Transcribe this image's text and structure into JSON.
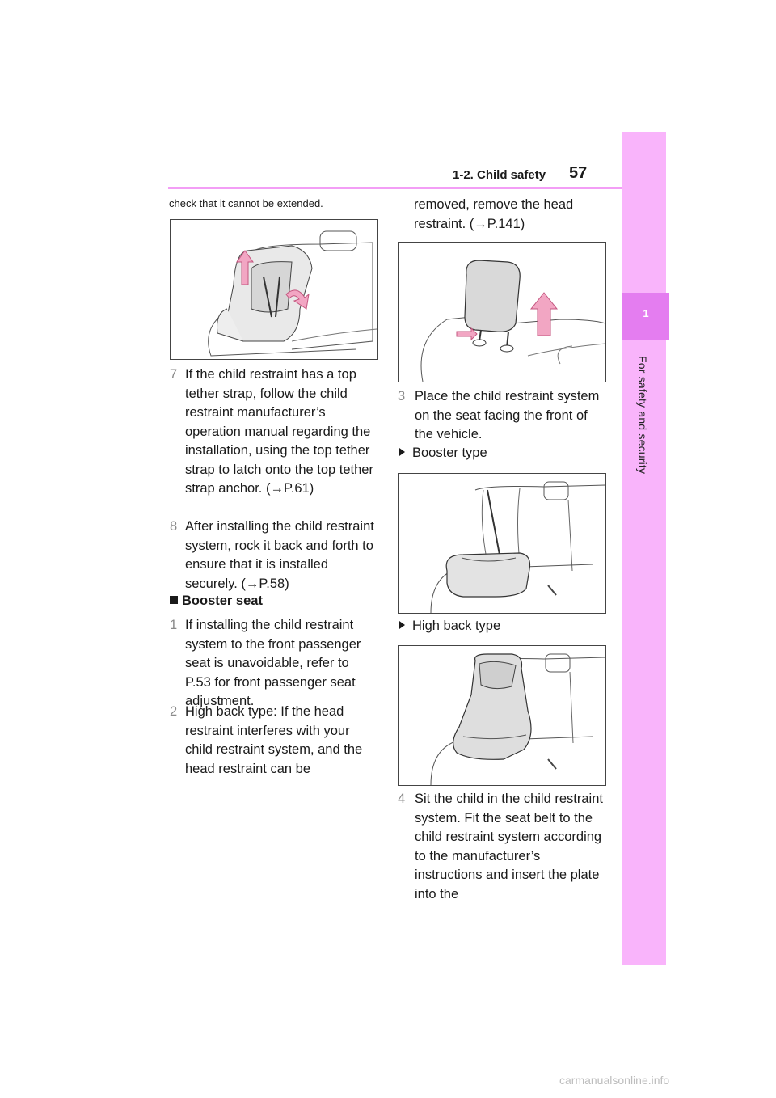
{
  "header": {
    "section": "1-2. Child safety",
    "page_number": "57",
    "chapter_number": "1",
    "chapter_title": "For safety and security"
  },
  "left_column": {
    "intro": "check that it cannot be extended.",
    "step7_num": "7",
    "step7_text": "If the child restraint has a top tether strap, follow the child restraint manufacturer’s operation manual regarding the installation, using the top tether strap to latch onto the top tether strap anchor. (→P.61)",
    "step8_num": "8",
    "step8_text": "After installing the child restraint system, rock it back and forth to ensure that it is installed securely. (→P.58)",
    "booster_heading": "Booster seat",
    "step1_num": "1",
    "step1_text": "If installing the child restraint system to the front passenger seat is unavoidable, refer to P.53 for front passenger seat adjustment.",
    "step2_num": "2",
    "step2_text": "High back type: If the head restraint interferes with your child restraint system, and the head restraint can be"
  },
  "right_column": {
    "continued": "removed, remove the head restraint. (→P.141)",
    "step3_num": "3",
    "step3_text": "Place the child restraint system on the seat facing the front of the vehicle.",
    "booster_type": "Booster type",
    "high_back_type": "High back type",
    "step4_num": "4",
    "step4_text": "Sit the child in the child restraint system. Fit the seat belt to the child restraint system according to the manufacturer’s instructions and insert the plate into the"
  },
  "colors": {
    "accent_pink": "#f9b4fb",
    "accent_dark_pink": "#e47df0",
    "arrow_pink": "#f2a6c3"
  },
  "watermark": "carmanualsonline.info"
}
